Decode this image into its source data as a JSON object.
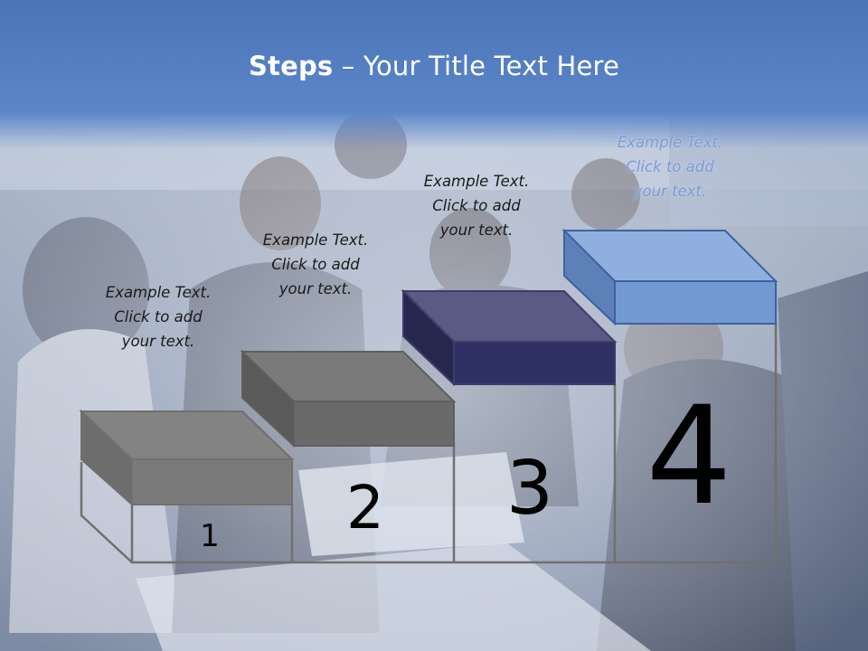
{
  "slide": {
    "title_bold": "Steps",
    "title_rest": " – Your Title Text Here",
    "steps": [
      {
        "number": "1",
        "caption": [
          "Example Text.",
          "Click  to add",
          "your text."
        ]
      },
      {
        "number": "2",
        "caption": [
          "Example Text.",
          "Click  to add",
          "your text."
        ]
      },
      {
        "number": "3",
        "caption": [
          "Example Text.",
          "Click  to add",
          "your text."
        ]
      },
      {
        "number": "4",
        "caption": [
          "Example Text.",
          "Click  to add",
          "your text."
        ]
      }
    ]
  },
  "colors": {
    "header_blue": "#4f79bd",
    "step1_block": "#7f7f7f",
    "step2_block": "#6e6e6e",
    "step3_block": "#2f3060",
    "step4_block": "#7096cf",
    "frame": "#6f6f6f"
  }
}
